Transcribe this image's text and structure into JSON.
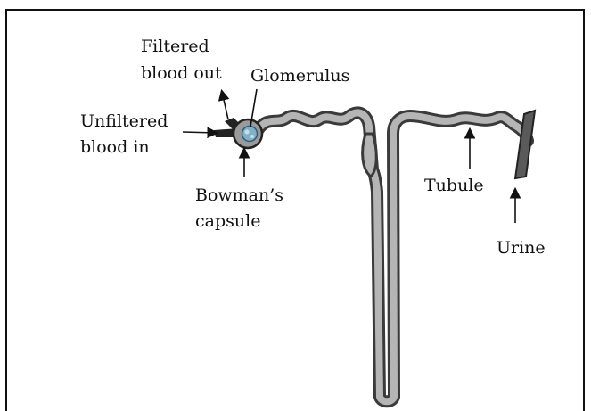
{
  "labels": {
    "filtered_line1": "Filtered",
    "filtered_line2": "blood out",
    "glomerulus": "Glomerulus",
    "unfiltered_line1": "Unfiltered",
    "unfiltered_line2": "blood in",
    "bowman_line1": "Bowman’s",
    "bowman_line2": "capsule",
    "tubule": "Tubule",
    "urine": "Urine"
  },
  "colors": {
    "tubule_outline": "#3a3a3a",
    "tubule_fill": "#b5b5b5",
    "capsule_fill": "#9a9a9a",
    "glomerulus_fill": "#7fb2c8",
    "vessel_fill": "#222222",
    "duct_fill": "#5a5a5a"
  }
}
